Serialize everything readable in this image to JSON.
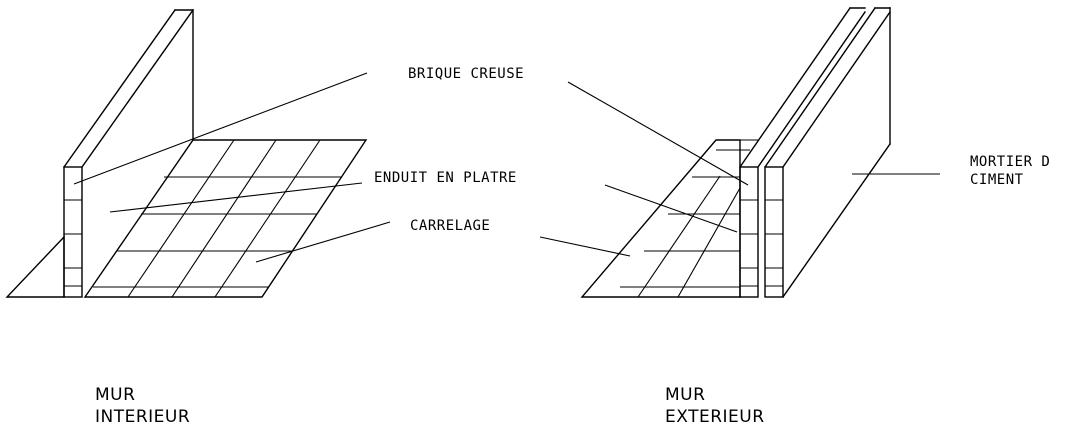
{
  "labels": {
    "brique_creuse": "BRIQUE CREUSE",
    "enduit_en_platre": "ENDUIT EN PLATRE",
    "carrelage": "CARRELAGE",
    "mortier_line1": "MORTIER D",
    "mortier_line2": "CIMENT"
  },
  "captions": {
    "interior_line1": "MUR",
    "interior_line2": "INTERIEUR",
    "exterior_line1": "MUR",
    "exterior_line2": "EXTERIEUR"
  },
  "colors": {
    "ink": "#000000",
    "background": "#ffffff"
  }
}
